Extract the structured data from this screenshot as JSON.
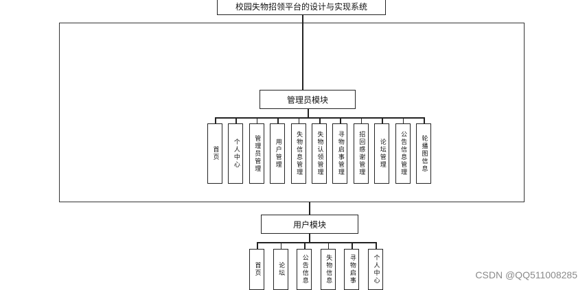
{
  "root": {
    "label": "校园失物招领平台的设计与实现系统"
  },
  "admin": {
    "label": "管理员模块",
    "items": [
      "首页",
      "个人中心",
      "管理员管理",
      "用户管理",
      "失物信息管理",
      "失物认领管理",
      "寻物启事管理",
      "招回感谢管理",
      "论坛管理",
      "公告信息管理",
      "轮播图信息"
    ]
  },
  "user": {
    "label": "用户模块",
    "items": [
      "首页",
      "论坛",
      "公告信息",
      "失物信息",
      "寻物启事",
      "个人中心"
    ]
  },
  "watermark": "CSDN @QQ511008285"
}
